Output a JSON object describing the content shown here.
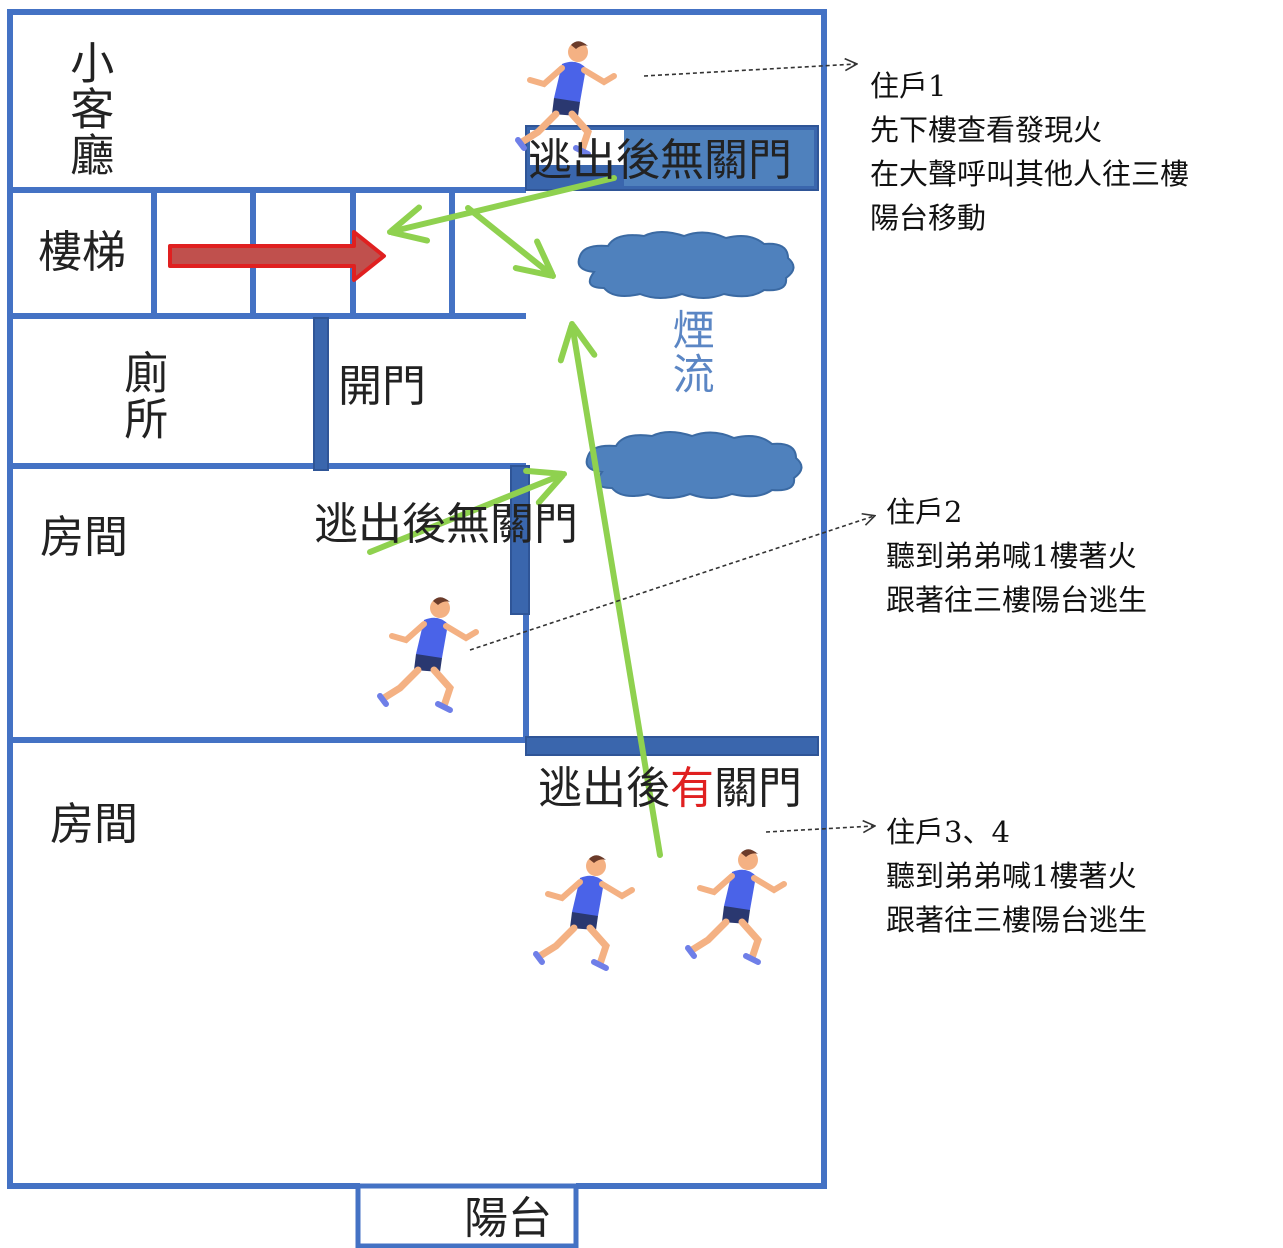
{
  "rooms": {
    "living_room": "小客廳",
    "stairs": "樓梯",
    "toilet": "廁所",
    "room_upper": "房間",
    "room_lower": "房間",
    "balcony": "陽台"
  },
  "doors": {
    "top_escape": "逃出後無關門",
    "middle_escape": "逃出後無關門",
    "open_door": "開門",
    "bottom_escape_pre": "逃出後",
    "bottom_escape_red": "有",
    "bottom_escape_post": "關門"
  },
  "smoke": {
    "label": "煙流"
  },
  "notes": {
    "resident1": [
      "住戶1",
      "先下樓查看發現火",
      "在大聲呼叫其他人往三樓",
      "陽台移動"
    ],
    "resident2": [
      "住戶2",
      "聽到弟弟喊1樓著火",
      "跟著往三樓陽台逃生"
    ],
    "resident34": [
      "住戶3、4",
      "聽到弟弟喊1樓著火",
      "跟著往三樓陽台逃生"
    ]
  },
  "colors": {
    "wall": "#4472c4",
    "wall_dark": "#3a66ad",
    "arrow_green": "#8fd14f",
    "arrow_red": "#e02020",
    "smoke": "#4f81bd",
    "runner_shirt": "#4a63e8",
    "runner_skin": "#f4b183"
  }
}
